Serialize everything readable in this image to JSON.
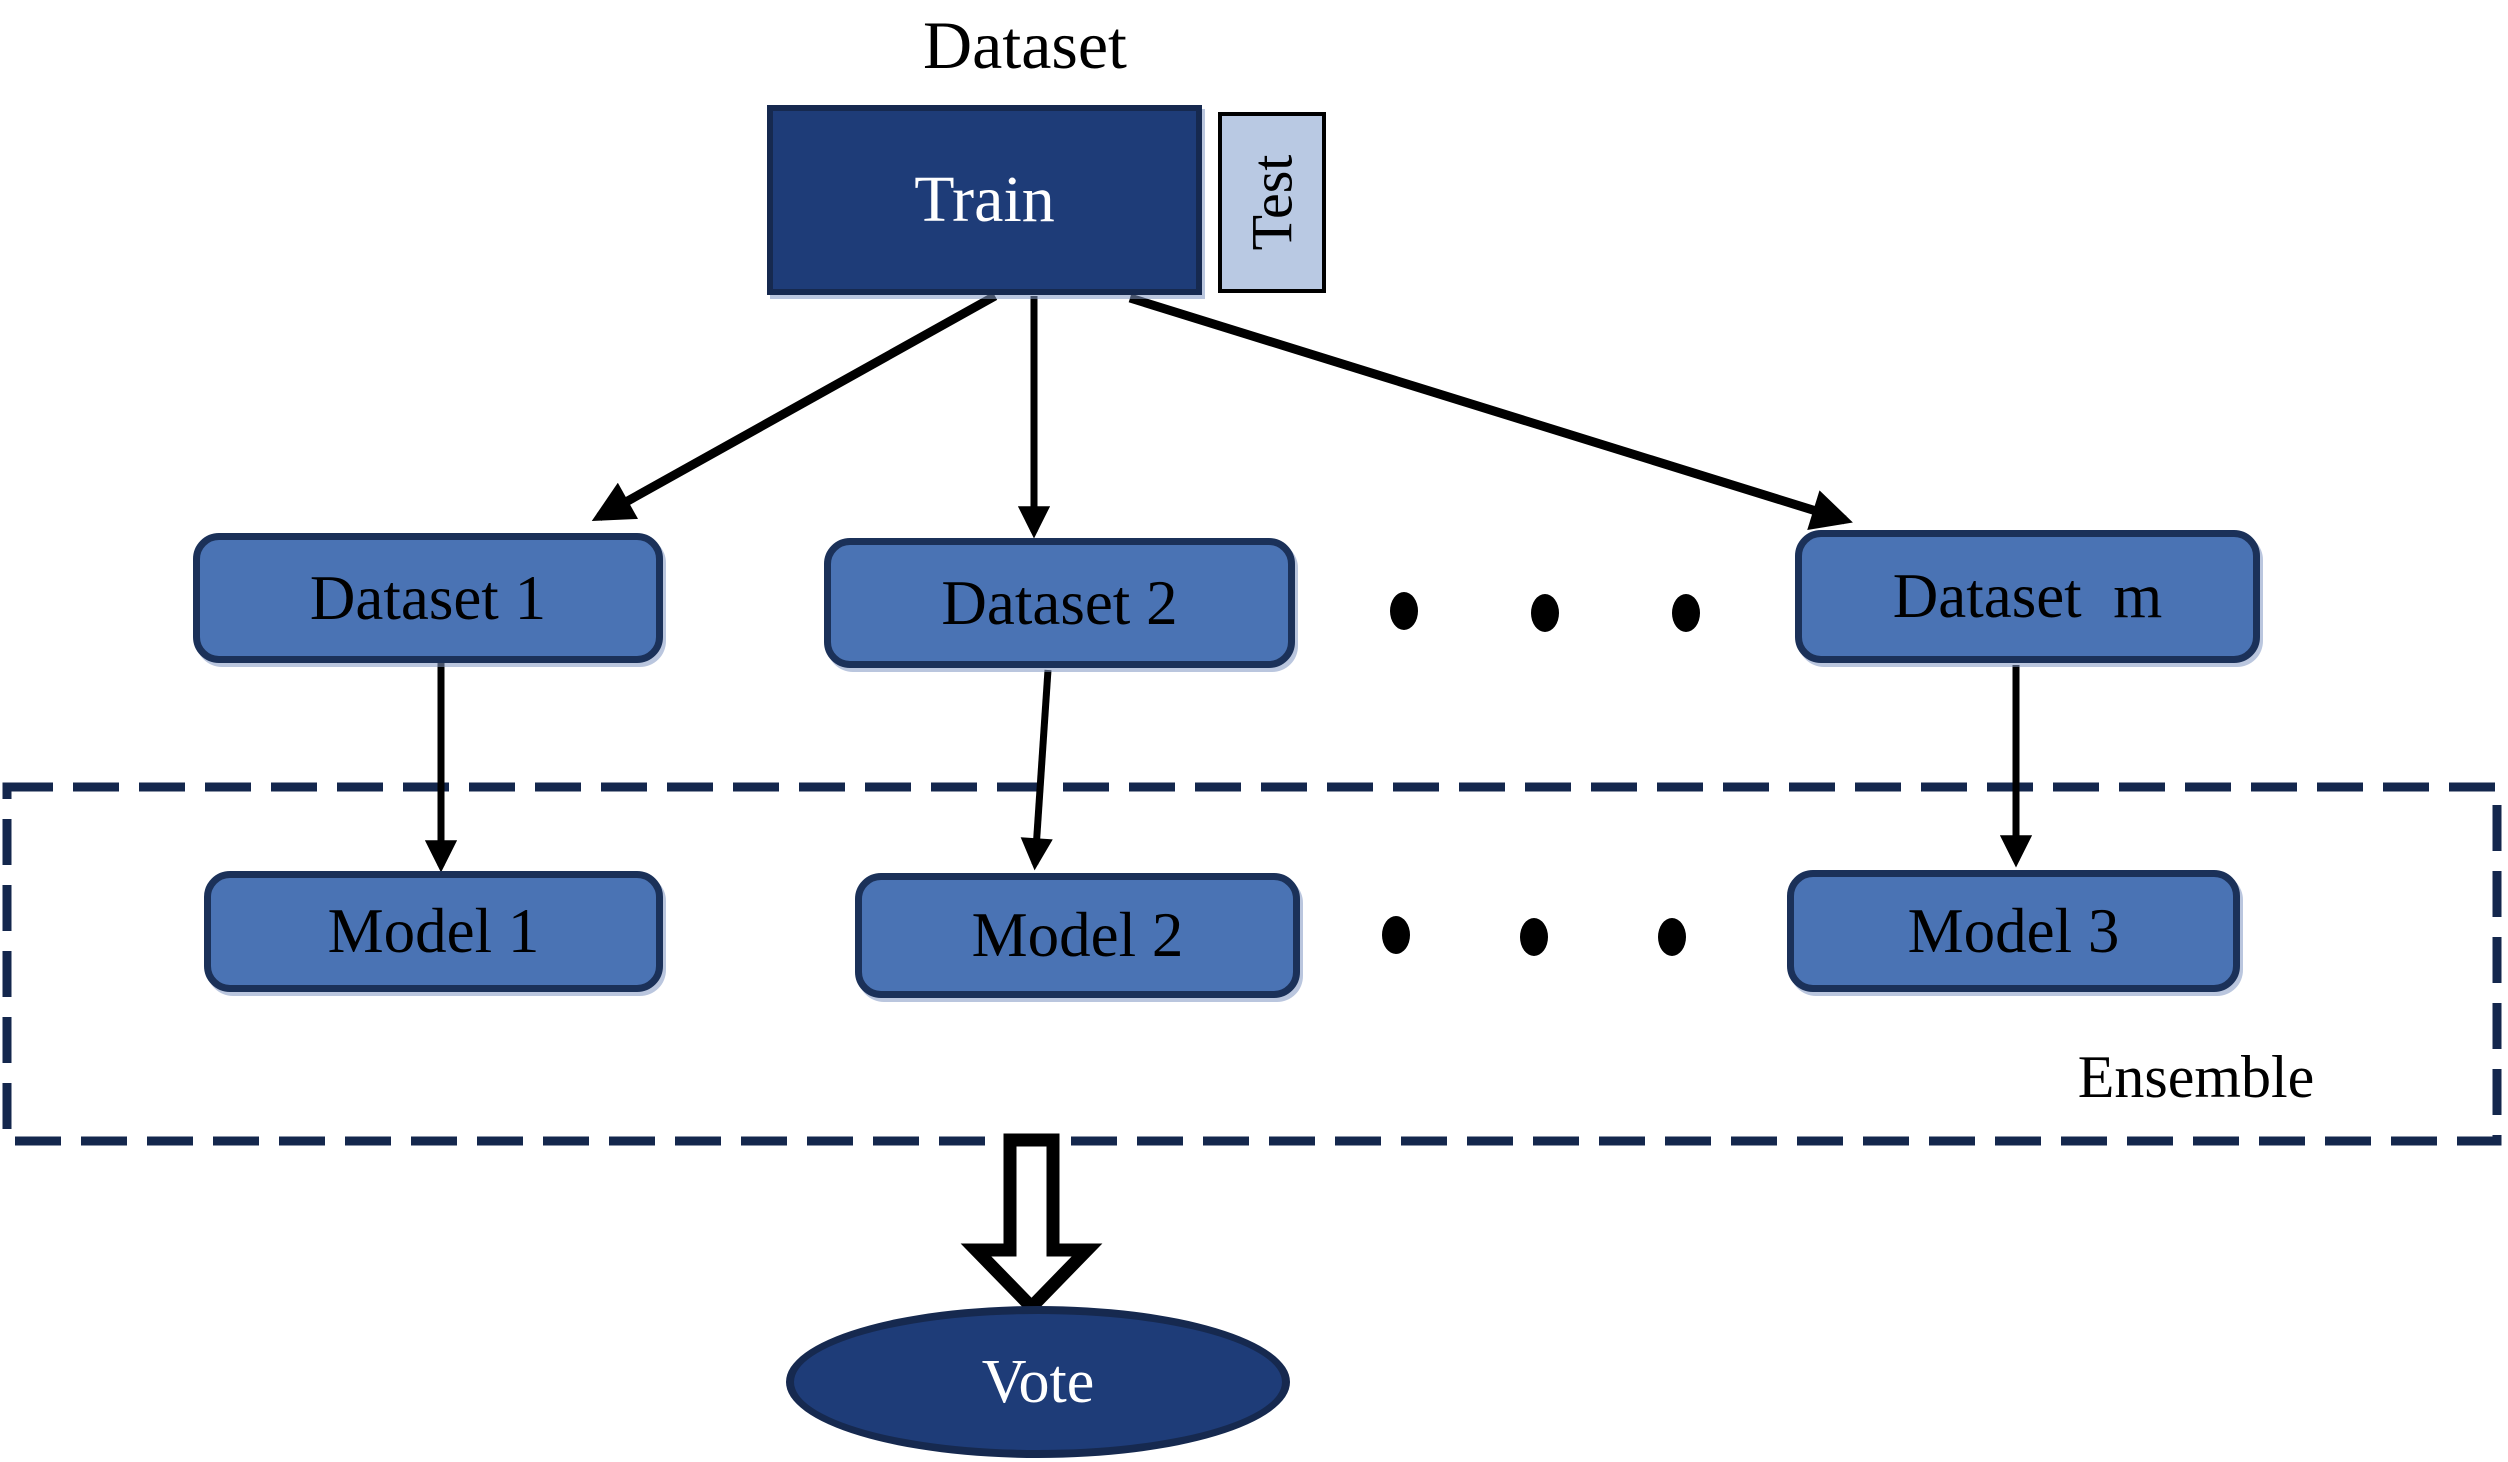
{
  "title": "Dataset",
  "ensemble_label": "Ensemble",
  "nodes": {
    "train": {
      "label": "Train"
    },
    "test": {
      "label": "Test"
    },
    "datasets": [
      {
        "label": "Dataset 1"
      },
      {
        "label": "Dataset 2"
      },
      {
        "label": "Dataset  m"
      }
    ],
    "models": [
      {
        "label": "Model 1"
      },
      {
        "label": "Model 2"
      },
      {
        "label": "Model 3"
      }
    ],
    "vote": {
      "label": "Vote"
    }
  },
  "connections": [
    {
      "from": "Train",
      "to": "Dataset 1"
    },
    {
      "from": "Train",
      "to": "Dataset 2"
    },
    {
      "from": "Train",
      "to": "Dataset m"
    },
    {
      "from": "Dataset 1",
      "to": "Model 1"
    },
    {
      "from": "Dataset 2",
      "to": "Model 2"
    },
    {
      "from": "Dataset m",
      "to": "Model 3"
    },
    {
      "from": "Ensemble",
      "to": "Vote"
    }
  ],
  "colors": {
    "dark_blue_fill": "#1E3C78",
    "medium_blue_fill": "#4A73B4",
    "light_blue_fill": "#B9C9E3",
    "box_border_navy": "#1B3159",
    "dashed_border_navy": "#14274D",
    "arrow_black": "#000000",
    "text_white": "#FFFFFF",
    "text_black": "#000000"
  }
}
